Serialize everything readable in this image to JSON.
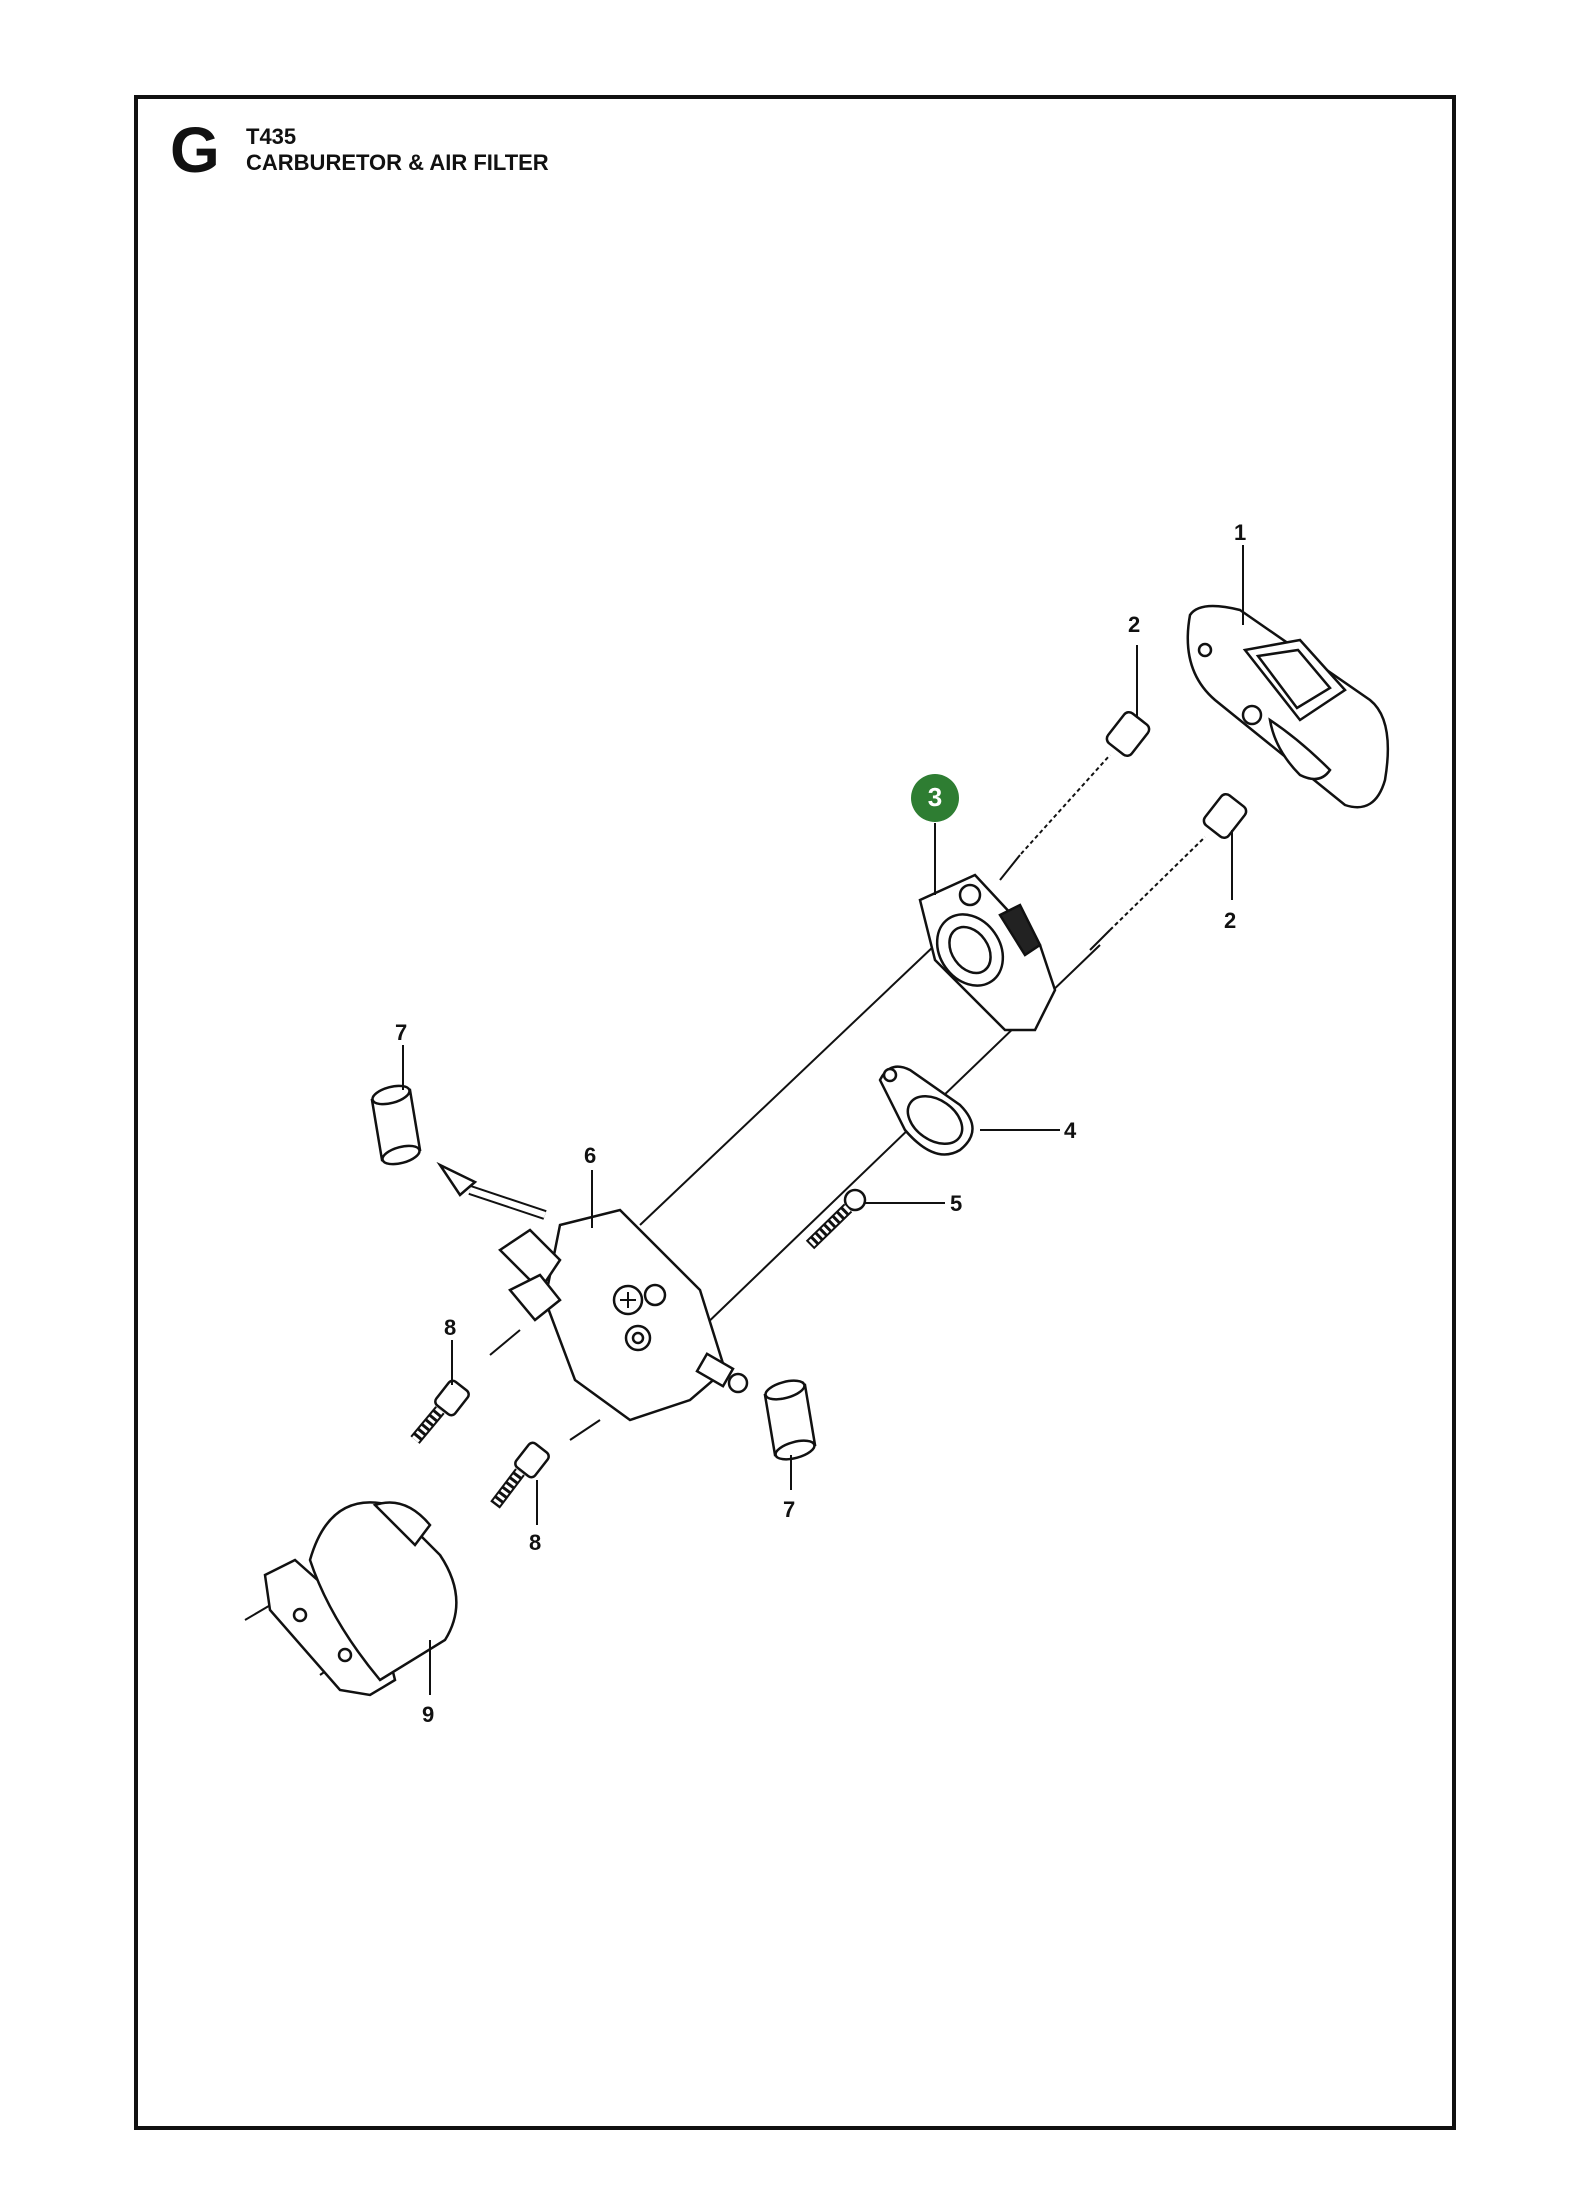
{
  "header": {
    "section_letter": "G",
    "model": "T435",
    "title": "CARBURETOR & AIR FILTER"
  },
  "callouts": {
    "p1": "1",
    "p2a": "2",
    "p2b": "2",
    "p3": "3",
    "p4": "4",
    "p5": "5",
    "p6": "6",
    "p7a": "7",
    "p7b": "7",
    "p8a": "8",
    "p8b": "8",
    "p9": "9"
  },
  "colors": {
    "highlight_badge": "#2e7d32",
    "line": "#111111"
  }
}
